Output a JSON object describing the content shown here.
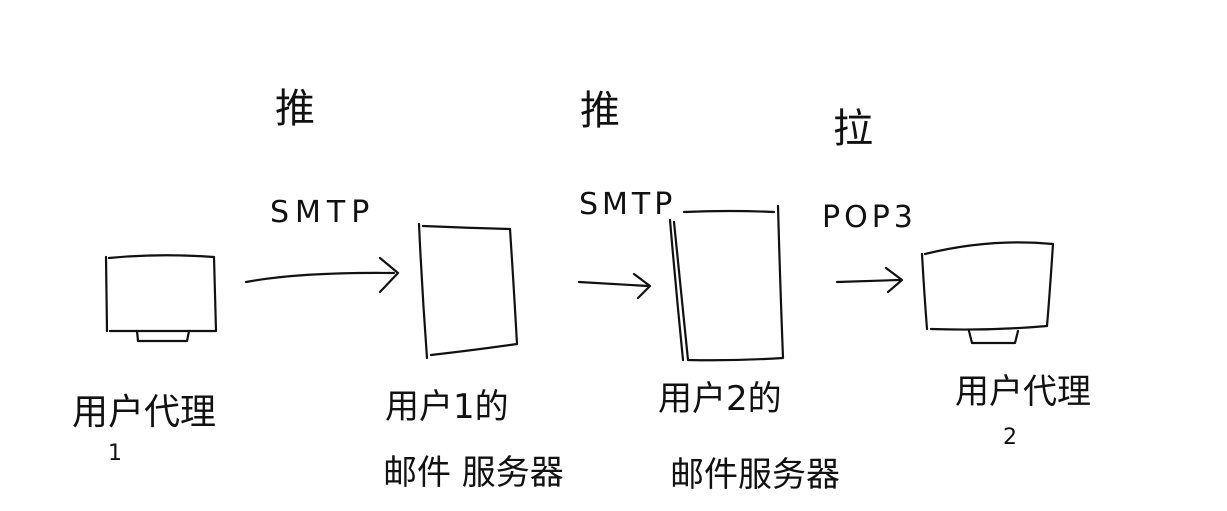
{
  "steps": [
    {
      "action": "推",
      "protocol": "SMTP"
    },
    {
      "action": "推",
      "protocol": "SMTP"
    },
    {
      "action": "拉",
      "protocol": "POP3"
    }
  ],
  "nodes": [
    {
      "label_line1": "用户代理",
      "label_line2": "1"
    },
    {
      "label_line1": "用户1的",
      "label_line2": "邮件 服务器"
    },
    {
      "label_line1": "用户2的",
      "label_line2": "邮件服务器"
    },
    {
      "label_line1": "用户代理",
      "label_line2": "2"
    }
  ]
}
